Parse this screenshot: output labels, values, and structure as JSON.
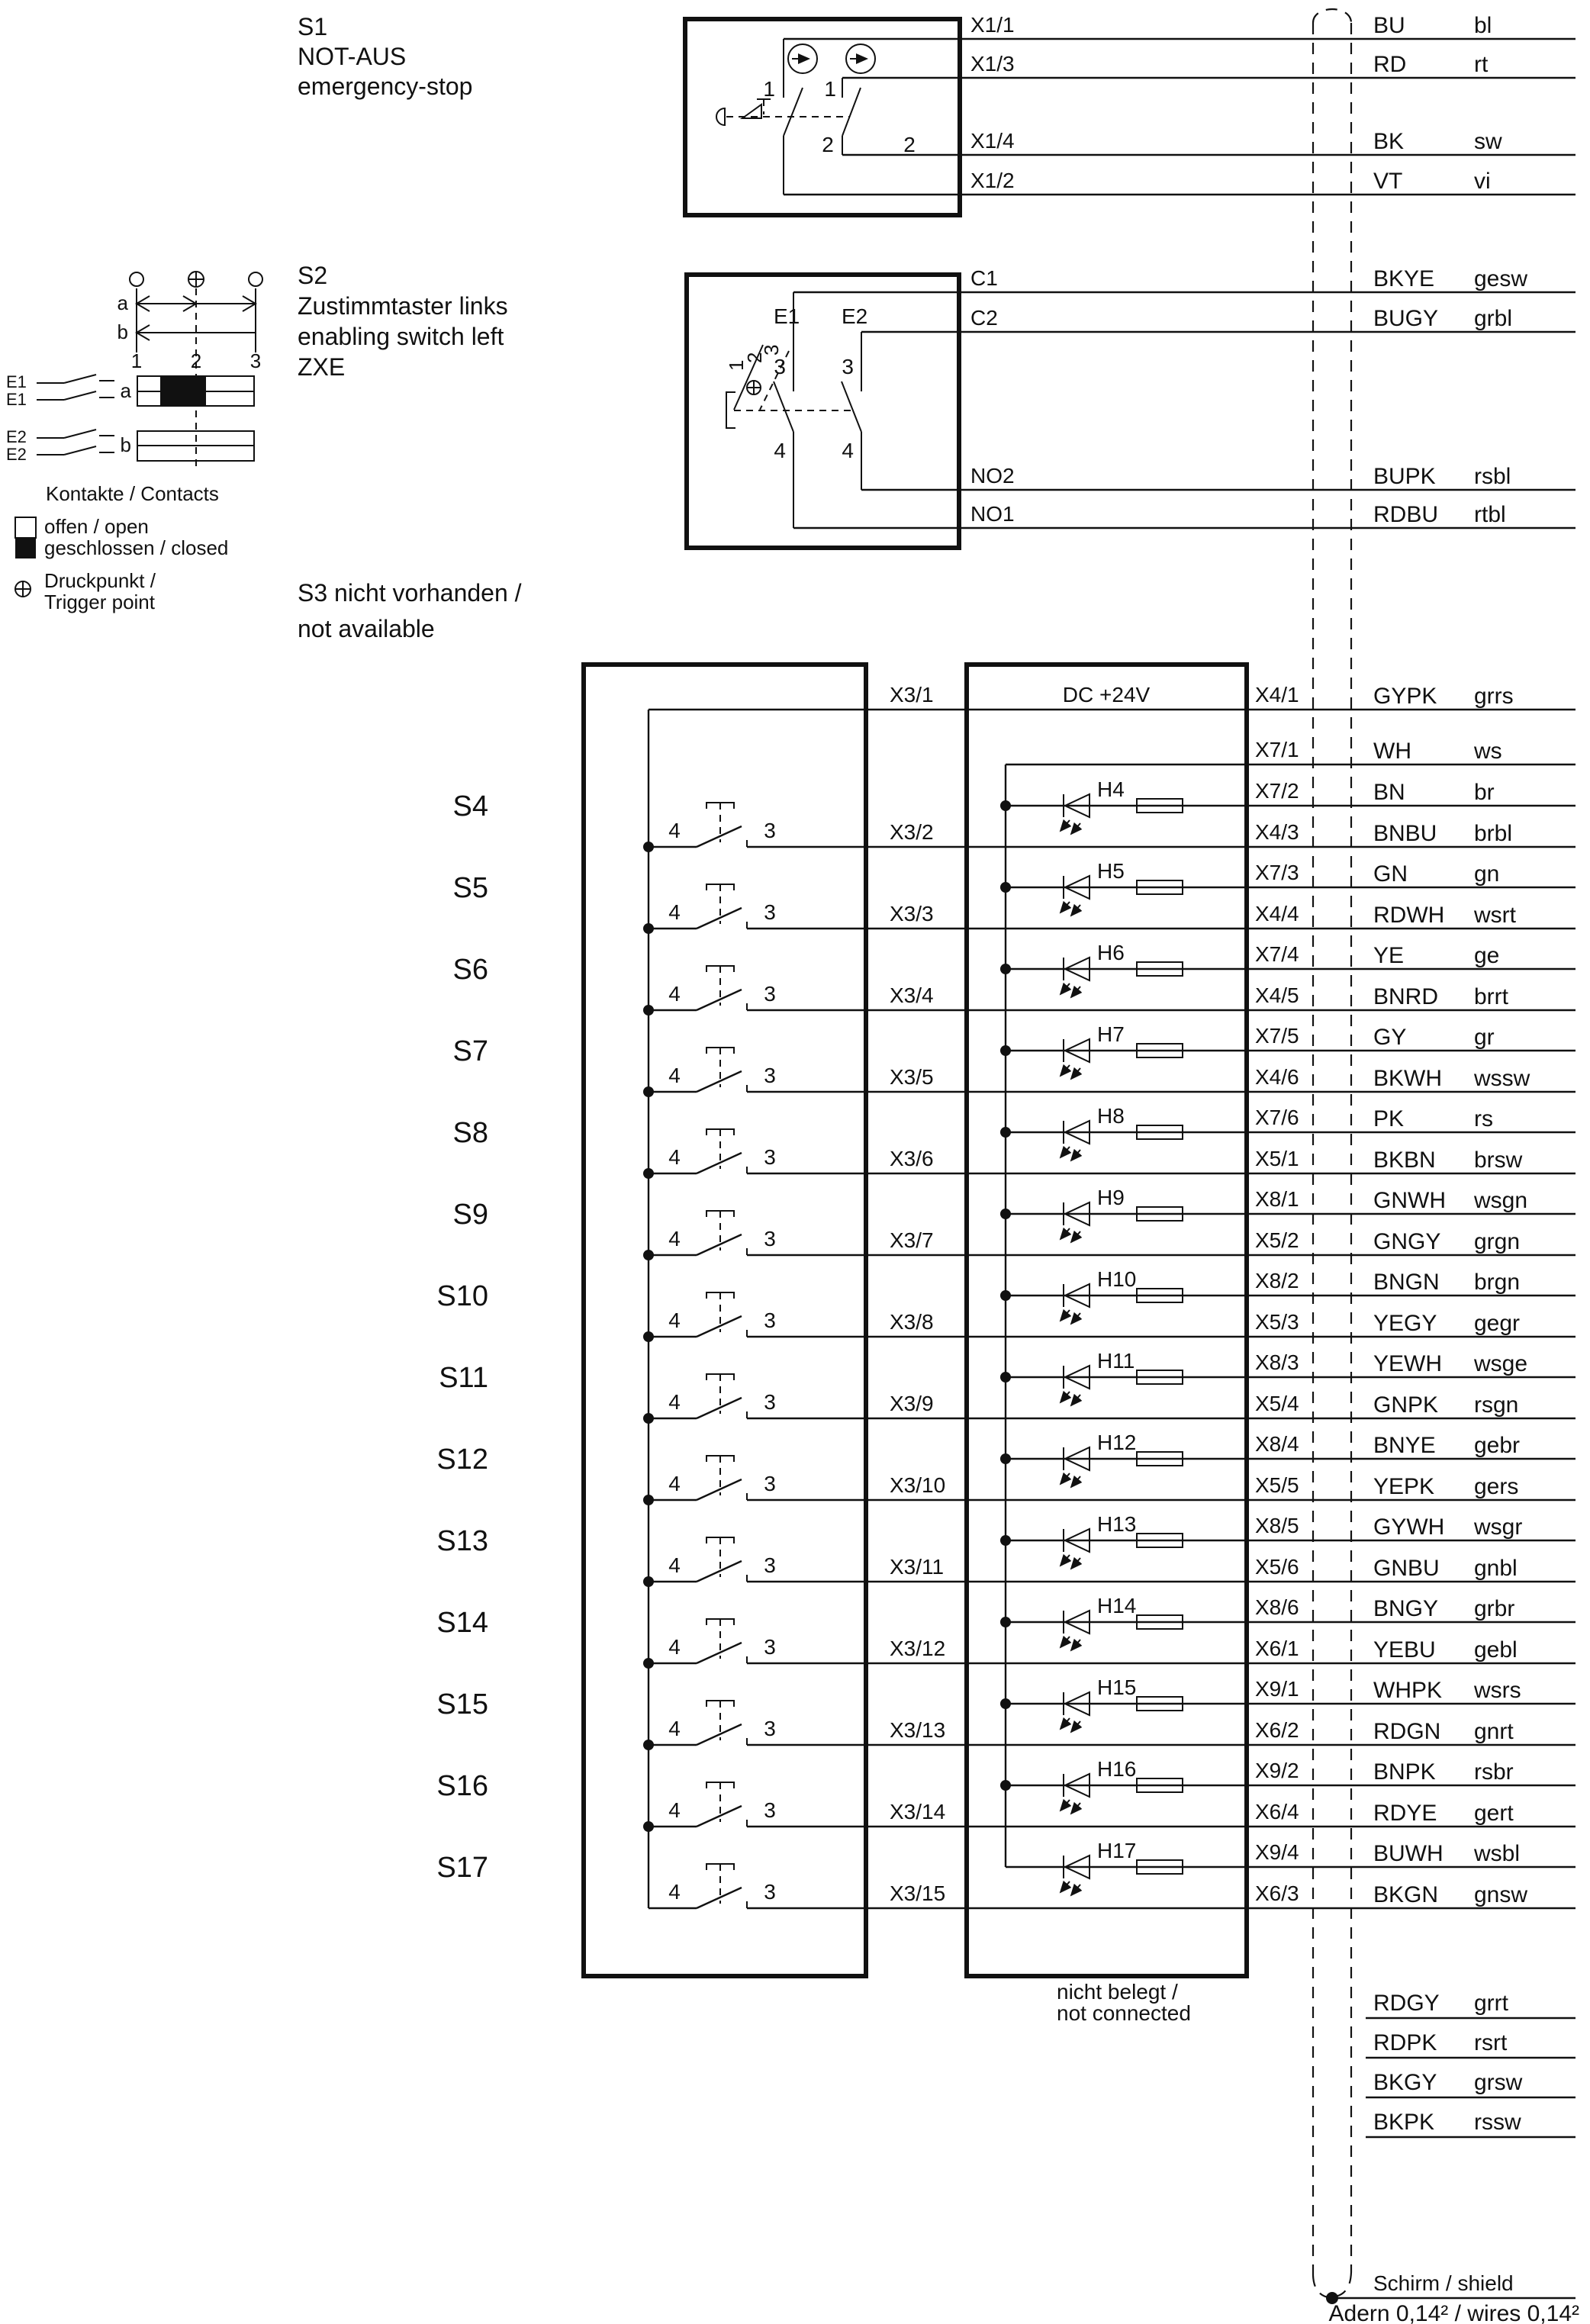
{
  "s1": {
    "id": "S1",
    "line1": "NOT-AUS",
    "line2": "emergency-stop",
    "t1": "1",
    "t2": "2",
    "wires": [
      {
        "t": "X1/1",
        "c": "BU",
        "a": "bl"
      },
      {
        "t": "X1/3",
        "c": "RD",
        "a": "rt"
      },
      {
        "t": "X1/4",
        "c": "BK",
        "a": "sw"
      },
      {
        "t": "X1/2",
        "c": "VT",
        "a": "vi"
      }
    ]
  },
  "s2": {
    "id": "S2",
    "line1": "Zustimmtaster links",
    "line2": "enabling switch left",
    "line3": "ZXE",
    "e1": "E1",
    "e2": "E2",
    "t3": "3",
    "t4": "4",
    "pos1": "1",
    "pos2": "2",
    "pos3": "3",
    "wires": [
      {
        "t": "C1",
        "c": "BKYE",
        "a": "gesw"
      },
      {
        "t": "C2",
        "c": "BUGY",
        "a": "grbl"
      },
      {
        "t": "NO2",
        "c": "BUPK",
        "a": "rsbl"
      },
      {
        "t": "NO1",
        "c": "RDBU",
        "a": "rtbl"
      }
    ]
  },
  "s3": {
    "line1": "S3 nicht vorhanden /",
    "line2": "not available"
  },
  "legend": {
    "row_a": "a",
    "row_b": "b",
    "pos1": "1",
    "pos2": "2",
    "pos3": "3",
    "e1": "E1",
    "e2": "E2",
    "col_a": "a",
    "col_b": "b",
    "title": "Kontakte / Contacts",
    "open": "offen / open",
    "closed": "geschlossen / closed",
    "trigger1": "Druckpunkt /",
    "trigger2": "Trigger point"
  },
  "main": {
    "x3_first": "X3/1",
    "supply_label": "DC +24V",
    "x4_first": "X4/1",
    "first_code": "GYPK",
    "first_abbr": "grrs",
    "x7_first": "X7/1",
    "supply_code": "WH",
    "supply_abbr": "ws",
    "contact_left": "4",
    "contact_right": "3",
    "rows": [
      {
        "s": "S4",
        "h": "H4",
        "led_t": "X7/2",
        "led_c": "BN",
        "led_a": "br",
        "x3": "X3/2",
        "sw_t": "X4/3",
        "sw_c": "BNBU",
        "sw_a": "brbl"
      },
      {
        "s": "S5",
        "h": "H5",
        "led_t": "X7/3",
        "led_c": "GN",
        "led_a": "gn",
        "x3": "X3/3",
        "sw_t": "X4/4",
        "sw_c": "RDWH",
        "sw_a": "wsrt"
      },
      {
        "s": "S6",
        "h": "H6",
        "led_t": "X7/4",
        "led_c": "YE",
        "led_a": "ge",
        "x3": "X3/4",
        "sw_t": "X4/5",
        "sw_c": "BNRD",
        "sw_a": "brrt"
      },
      {
        "s": "S7",
        "h": "H7",
        "led_t": "X7/5",
        "led_c": "GY",
        "led_a": "gr",
        "x3": "X3/5",
        "sw_t": "X4/6",
        "sw_c": "BKWH",
        "sw_a": "wssw"
      },
      {
        "s": "S8",
        "h": "H8",
        "led_t": "X7/6",
        "led_c": "PK",
        "led_a": "rs",
        "x3": "X3/6",
        "sw_t": "X5/1",
        "sw_c": "BKBN",
        "sw_a": "brsw"
      },
      {
        "s": "S9",
        "h": "H9",
        "led_t": "X8/1",
        "led_c": "GNWH",
        "led_a": "wsgn",
        "x3": "X3/7",
        "sw_t": "X5/2",
        "sw_c": "GNGY",
        "sw_a": "grgn"
      },
      {
        "s": "S10",
        "h": "H10",
        "led_t": "X8/2",
        "led_c": "BNGN",
        "led_a": "brgn",
        "x3": "X3/8",
        "sw_t": "X5/3",
        "sw_c": "YEGY",
        "sw_a": "gegr"
      },
      {
        "s": "S11",
        "h": "H11",
        "led_t": "X8/3",
        "led_c": "YEWH",
        "led_a": "wsge",
        "x3": "X3/9",
        "sw_t": "X5/4",
        "sw_c": "GNPK",
        "sw_a": "rsgn"
      },
      {
        "s": "S12",
        "h": "H12",
        "led_t": "X8/4",
        "led_c": "BNYE",
        "led_a": "gebr",
        "x3": "X3/10",
        "sw_t": "X5/5",
        "sw_c": "YEPK",
        "sw_a": "gers"
      },
      {
        "s": "S13",
        "h": "H13",
        "led_t": "X8/5",
        "led_c": "GYWH",
        "led_a": "wsgr",
        "x3": "X3/11",
        "sw_t": "X5/6",
        "sw_c": "GNBU",
        "sw_a": "gnbl"
      },
      {
        "s": "S14",
        "h": "H14",
        "led_t": "X8/6",
        "led_c": "BNGY",
        "led_a": "grbr",
        "x3": "X3/12",
        "sw_t": "X6/1",
        "sw_c": "YEBU",
        "sw_a": "gebl"
      },
      {
        "s": "S15",
        "h": "H15",
        "led_t": "X9/1",
        "led_c": "WHPK",
        "led_a": "wsrs",
        "x3": "X3/13",
        "sw_t": "X6/2",
        "sw_c": "RDGN",
        "sw_a": "gnrt"
      },
      {
        "s": "S16",
        "h": "H16",
        "led_t": "X9/2",
        "led_c": "BNPK",
        "led_a": "rsbr",
        "x3": "X3/14",
        "sw_t": "X6/4",
        "sw_c": "RDYE",
        "sw_a": "gert"
      },
      {
        "s": "S17",
        "h": "H17",
        "led_t": "X9/4",
        "led_c": "BUWH",
        "led_a": "wsbl",
        "x3": "X3/15",
        "sw_t": "X6/3",
        "sw_c": "BKGN",
        "sw_a": "gnsw"
      }
    ]
  },
  "unconnected": {
    "note1": "nicht belegt /",
    "note2": "not connected",
    "wires": [
      {
        "c": "RDGY",
        "a": "grrt"
      },
      {
        "c": "RDPK",
        "a": "rsrt"
      },
      {
        "c": "BKGY",
        "a": "grsw"
      },
      {
        "c": "BKPK",
        "a": "rssw"
      }
    ]
  },
  "shield": {
    "label": "Schirm / shield"
  },
  "footer": {
    "note": "Adern 0,14² / wires 0,14²"
  }
}
